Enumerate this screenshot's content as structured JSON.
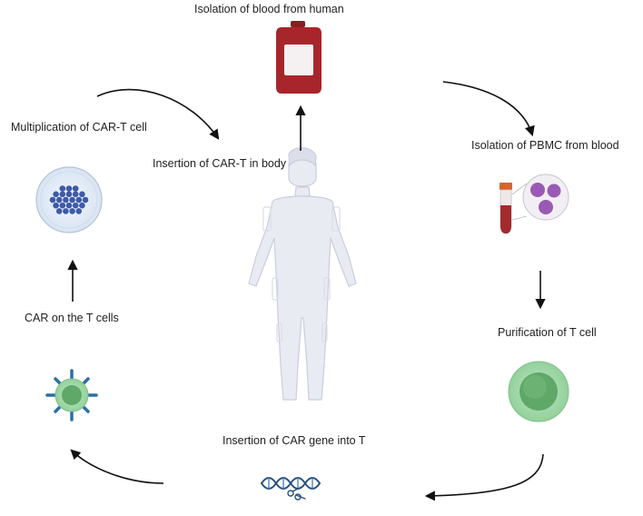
{
  "diagram": {
    "steps": {
      "isolation_blood": "Isolation of blood from human",
      "isolation_pbmc": "Isolation of PBMC from blood",
      "purification_t_cell": "Purification of T cell",
      "insertion_car_gene": "Insertion of CAR gene into T",
      "car_on_t_cells": "CAR on the T cells",
      "multiplication_car_t": "Multiplication of CAR-T cell",
      "insertion_car_t_body": "Insertion of CAR-T in body"
    },
    "colors": {
      "blood": "#a8262b",
      "pbmc_cell": "#9a5ab4",
      "t_cell": "#8fcf98",
      "t_cell_nucleus": "#5fa868",
      "receptor": "#2a6fa8",
      "dish_cells": "#3e5aa8",
      "body": "#e9ebf3",
      "arrow": "#111111"
    },
    "icons": [
      "blood-bag-icon",
      "test-tube-icon",
      "pbmc-cells-icon",
      "t-cell-icon",
      "dna-scissors-icon",
      "car-t-cell-icon",
      "petri-dish-icon",
      "human-body-icon"
    ]
  }
}
